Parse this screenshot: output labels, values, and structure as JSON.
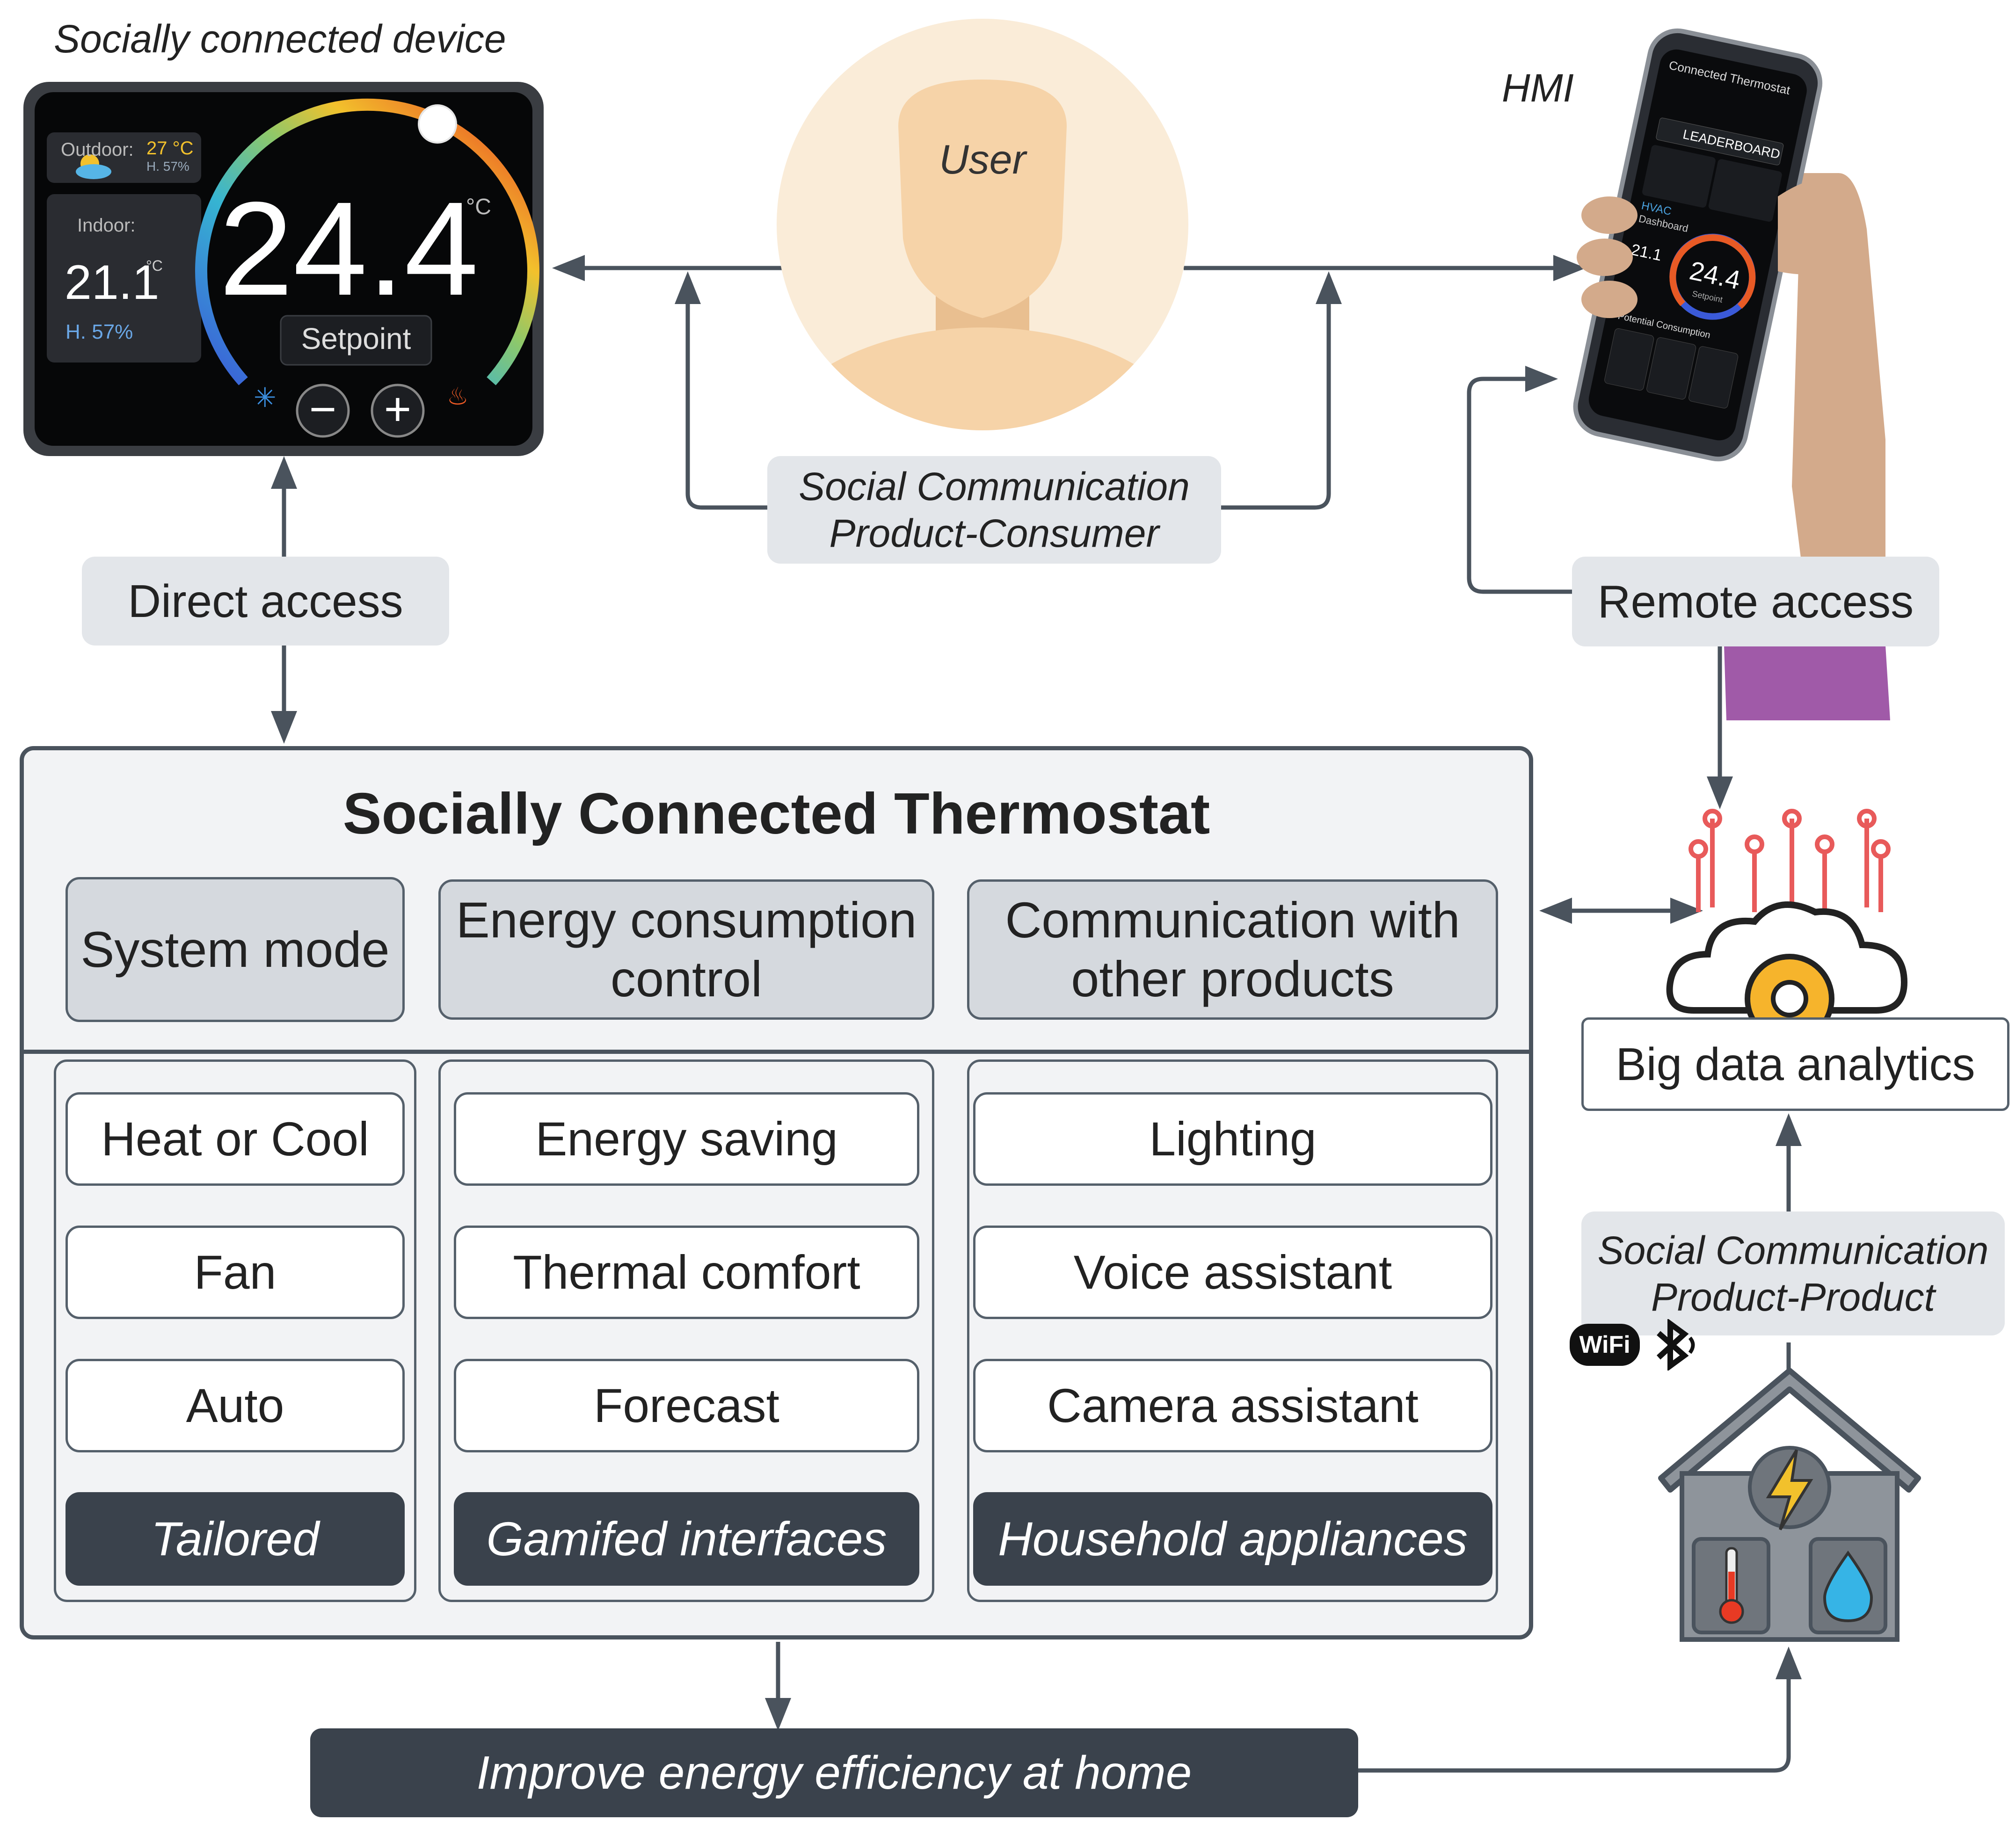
{
  "device": {
    "caption": "Socially connected device",
    "outdoor_label": "Outdoor:",
    "outdoor_temp": "27 °C",
    "outdoor_humidity": "H. 57%",
    "indoor_label": "Indoor:",
    "indoor_temp": "21.1",
    "indoor_unit": "°C",
    "indoor_humidity": "H. 57%",
    "setpoint_value": "24.4",
    "setpoint_unit": "°C",
    "setpoint_label": "Setpoint",
    "minus": "−",
    "plus": "+"
  },
  "user": {
    "label": "User"
  },
  "hmi": {
    "label": "HMI",
    "app_title": "Connected Thermostat",
    "leaderboard": "LEADERBOARD",
    "hvac_label": "HVAC",
    "dashboard": "Dashboard",
    "phone_temp": "24.4",
    "phone_setpoint": "Setpoint",
    "phone_indoor": "21.1",
    "potential": "Potential Consumption"
  },
  "social_consumer": {
    "line1": "Social Communication",
    "line2": "Product-Consumer"
  },
  "direct_access": "Direct access",
  "remote_access": "Remote access",
  "thermostat": {
    "title": "Socially Connected Thermostat",
    "headers": [
      {
        "line1": "System mode",
        "line2": ""
      },
      {
        "line1": "Energy consumption",
        "line2": "control"
      },
      {
        "line1": "Communication with",
        "line2": "other products"
      }
    ],
    "columns": [
      {
        "items": [
          "Heat or Cool",
          "Fan",
          "Auto"
        ],
        "footer": "Tailored"
      },
      {
        "items": [
          "Energy saving",
          "Thermal comfort",
          "Forecast"
        ],
        "footer": "Gamifed interfaces"
      },
      {
        "items": [
          "Lighting",
          "Voice assistant",
          "Camera assistant"
        ],
        "footer": "Household appliances"
      }
    ]
  },
  "big_data": "Big data analytics",
  "social_product": {
    "line1": "Social Communication",
    "line2": "Product-Product"
  },
  "connectivity": {
    "wifi": "WiFi"
  },
  "bottom": "Improve energy efficiency at home",
  "colors": {
    "dark": "#3a424c",
    "pill": "#e3e6ea",
    "header": "#d5d9de",
    "arrow": "#4a535d",
    "skin": "#f6d3a8",
    "purple": "#a05aa8"
  }
}
